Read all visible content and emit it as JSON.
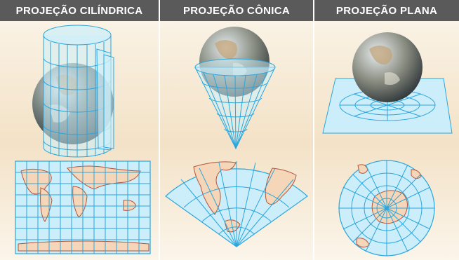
{
  "panels": [
    {
      "title": "PROJEÇÃO CILÍNDRICA"
    },
    {
      "title": "PROJEÇÃO CÔNICA"
    },
    {
      "title": "PROJEÇÃO PLANA"
    }
  ],
  "colors": {
    "header": "#5a5a5a",
    "background": "#f6ead7",
    "ocean": "#cceefa",
    "grid": "#2aa6dc",
    "land": "#f6d6b8",
    "coast": "#b5543a"
  }
}
